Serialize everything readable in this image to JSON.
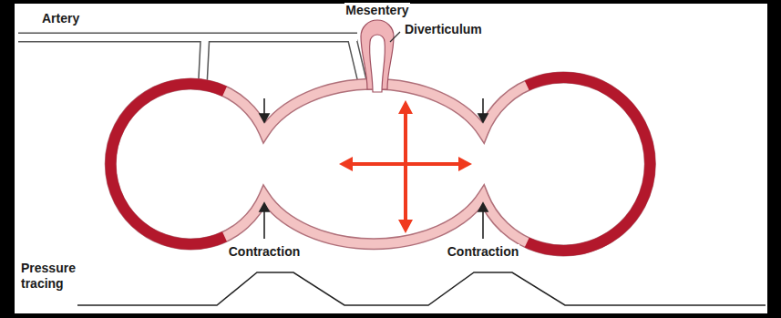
{
  "diagram": {
    "labels": [
      "Mesentery",
      "Artery",
      "Diverticulum",
      "Contraction",
      "Contraction",
      "Pressure tracing"
    ]
  }
}
